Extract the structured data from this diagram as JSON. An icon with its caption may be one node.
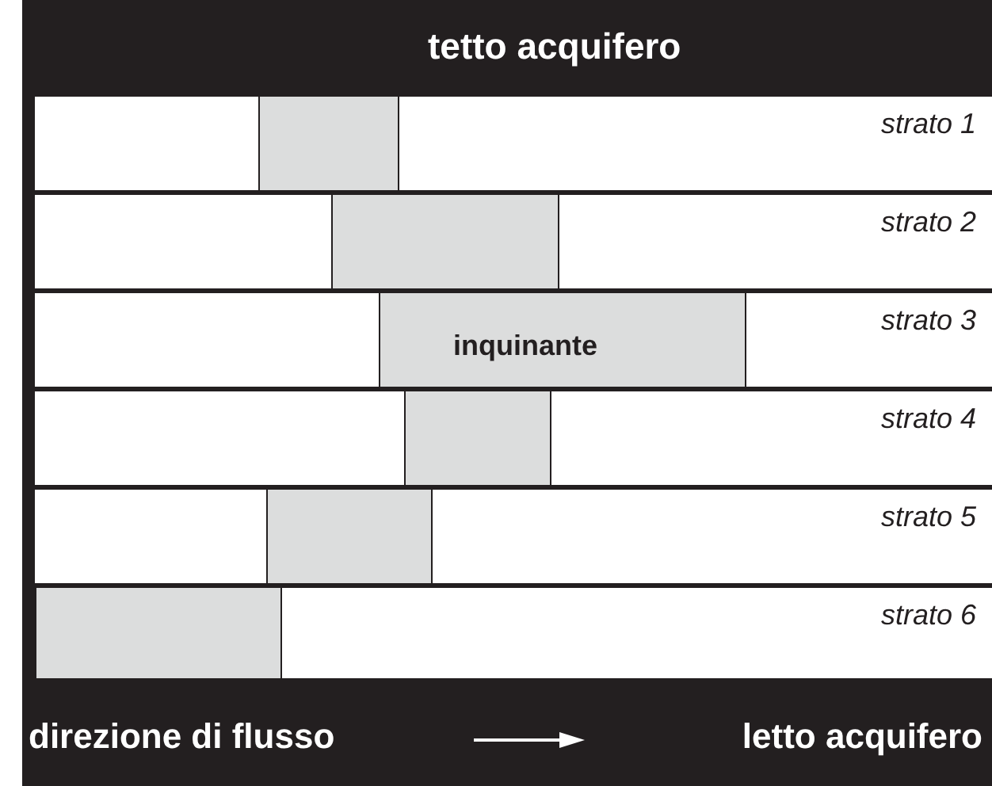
{
  "diagram": {
    "nodes": [
      {
        "text": [
          "tetto acquifero"
        ]
      },
      {
        "text": [
          "strato 1"
        ]
      },
      {
        "text": [],
        "shape": "box",
        "in": 1
      },
      {
        "text": [
          "strato 2"
        ]
      },
      {
        "text": [],
        "shape": "box",
        "in": 3
      },
      {
        "text": [
          "strato 3"
        ]
      },
      {
        "text": [
          "inquinante"
        ],
        "in": 5
      },
      {
        "text": [
          "strato 4"
        ]
      },
      {
        "text": [],
        "shape": "box",
        "in": 7
      },
      {
        "text": [
          "strato 5"
        ]
      },
      {
        "text": [],
        "shape": "box",
        "in": 9
      },
      {
        "text": [
          "strato 6"
        ]
      },
      {
        "text": [],
        "shape": "box",
        "in": 11
      },
      {
        "text": [
          "direzione di flusso",
          "letto acquifero"
        ]
      }
    ]
  }
}
